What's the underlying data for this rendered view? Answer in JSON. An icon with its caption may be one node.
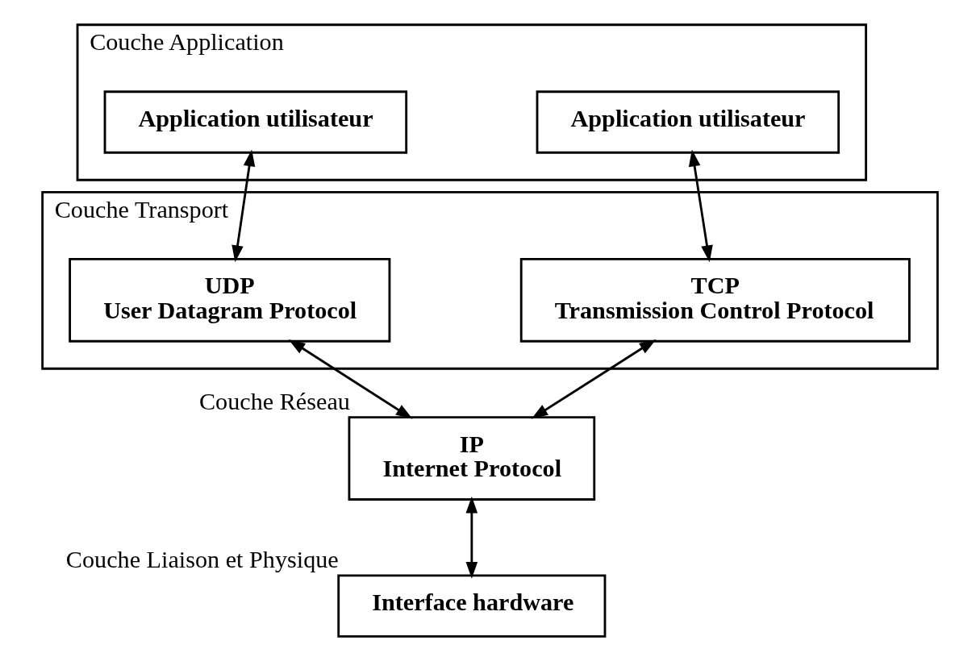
{
  "diagram": {
    "nodes": [
      {
        "text": [
          "Couche Application"
        ]
      },
      {
        "text": [
          "Application utilisateur"
        ],
        "in": 0
      },
      {
        "text": [
          "Application utilisateur"
        ],
        "in": 0
      },
      {
        "text": [
          "Couche Transport"
        ]
      },
      {
        "text": [
          "TCP",
          "Transmission Control Protocol"
        ],
        "in": 3
      },
      {
        "text": [
          "UDP",
          "User Datagram Protocol"
        ],
        "in": 3
      },
      {
        "text": [
          "IP",
          "Internet Protocol"
        ],
        "beside": [
          "Couche Réseau"
        ]
      },
      {
        "text": [
          "Interface hardware"
        ],
        "beside": [
          "Couche Liaison et Physique"
        ]
      }
    ],
    "edges": [
      {
        "from": 1,
        "to": 4,
        "arrow": "both"
      },
      {
        "from": 2,
        "to": 5,
        "arrow": "both"
      },
      {
        "from": 4,
        "to": 6,
        "arrow": "both"
      },
      {
        "from": 5,
        "to": 6,
        "arrow": "both"
      },
      {
        "from": 6,
        "to": 7,
        "arrow": "both"
      }
    ]
  }
}
